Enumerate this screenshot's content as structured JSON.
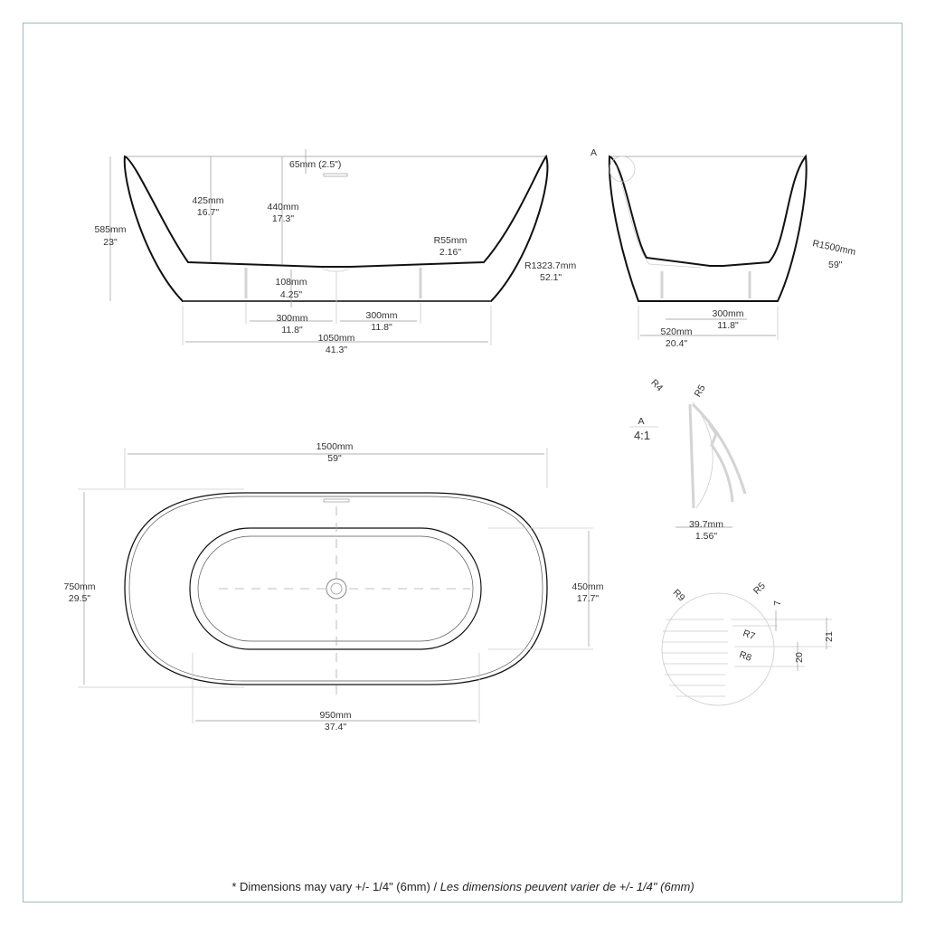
{
  "side_view": {
    "depth_65": "65mm (2.5\")",
    "inner_425_mm": "425mm",
    "inner_425_in": "16.7\"",
    "inner_440_mm": "440mm",
    "inner_440_in": "17.3\"",
    "height_mm": "585mm",
    "height_in": "23\"",
    "r55_mm": "R55mm",
    "r55_in": "2.16\"",
    "r1323_mm": "R1323.7mm",
    "r1323_in": "52.1\"",
    "drain_mm": "108mm",
    "drain_in": "4.25\"",
    "foot_left_mm": "300mm",
    "foot_left_in": "11.8\"",
    "foot_right_mm": "300mm",
    "foot_right_in": "11.8\"",
    "base_mm": "1050mm",
    "base_in": "41.3\""
  },
  "end_view": {
    "detail_ref": "A",
    "r1500_mm": "R1500mm",
    "r1500_in": "59\"",
    "feet_mm": "300mm",
    "feet_in": "11.8\"",
    "base_mm": "520mm",
    "base_in": "20.4\""
  },
  "detail_a": {
    "label": "A",
    "scale": "4:1",
    "r4": "R4",
    "r5": "R5",
    "thickness_mm": "39.7mm",
    "thickness_in": "1.56\""
  },
  "detail_b": {
    "r9": "R9",
    "r5": "R5",
    "r7": "R7",
    "r8": "R8",
    "d7": "7",
    "d21": "21",
    "d20": "20"
  },
  "top_view": {
    "length_mm": "1500mm",
    "length_in": "59\"",
    "width_mm": "750mm",
    "width_in": "29.5\"",
    "inner_w_mm": "450mm",
    "inner_w_in": "17.7\"",
    "inner_l_mm": "950mm",
    "inner_l_in": "37.4\""
  },
  "footer": {
    "note": "* Dimensions may vary +/- 1/4\" (6mm) / ",
    "note_fr": "Les dimensions peuvent varier de +/- 1/4\" (6mm)"
  },
  "colors": {
    "frame": "#9dbcbc",
    "outline": "#111111"
  }
}
